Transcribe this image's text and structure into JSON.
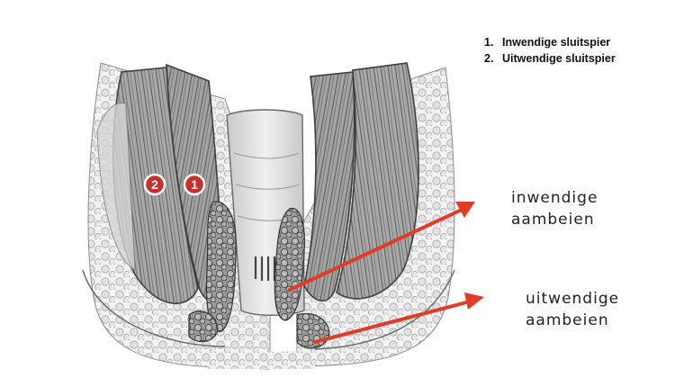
{
  "legend": {
    "items": [
      {
        "number": "1.",
        "label": "Inwendige sluitspier"
      },
      {
        "number": "2.",
        "label": "Uitwendige sluitspier"
      }
    ]
  },
  "markers": [
    {
      "number": "2"
    },
    {
      "number": "1"
    }
  ],
  "callouts": {
    "internal": {
      "line1": "inwendige",
      "line2": "aambeien"
    },
    "external": {
      "line1": "uitwendige",
      "line2": "aambeien"
    }
  },
  "colors": {
    "arrow": "#e23b26",
    "marker_fill": "#c9302c",
    "tissue_stroke": "#5a5a5a",
    "fat_fill": "#e9e9e9"
  }
}
